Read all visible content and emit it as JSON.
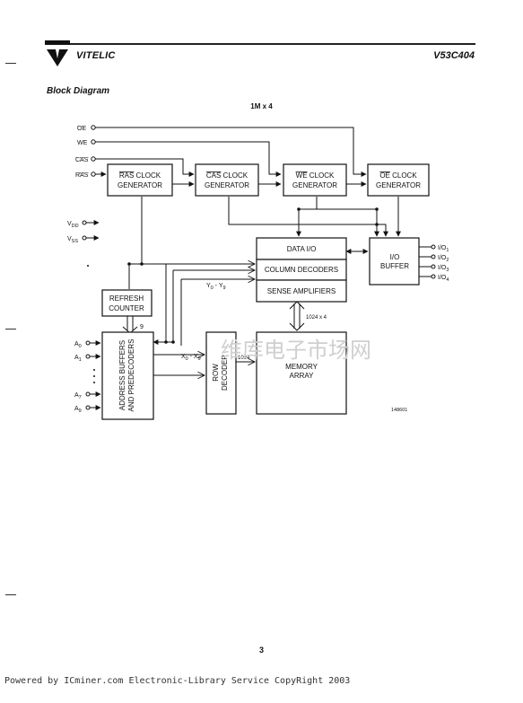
{
  "header": {
    "brand": "VITELIC",
    "part_number": "V53C404"
  },
  "section_title": "Block Diagram",
  "organization": "1M x 4",
  "inputs": {
    "oe": "OE",
    "we": "WE",
    "cas": "CAS",
    "ras": "RAS",
    "vdd": "V",
    "vdd_sub": "DD",
    "vss": "V",
    "vss_sub": "SS"
  },
  "blocks": {
    "ras_clock": {
      "line1_over": "RAS",
      "line1_rest": " CLOCK",
      "line2": "GENERATOR"
    },
    "cas_clock": {
      "line1_over": "CAS",
      "line1_rest": " CLOCK",
      "line2": "GENERATOR"
    },
    "we_clock": {
      "line1_over": "WE",
      "line1_rest": " CLOCK",
      "line2": "GENERATOR"
    },
    "oe_clock": {
      "line1_over": "OE",
      "line1_rest": " CLOCK",
      "line2": "GENERATOR"
    },
    "data_io": "DATA I/O",
    "column_decoders": "COLUMN DECODERS",
    "sense_amplifiers": "SENSE AMPLIFIERS",
    "io_buffer_1": "I/O",
    "io_buffer_2": "BUFFER",
    "refresh_1": "REFRESH",
    "refresh_2": "COUNTER",
    "address_1": "ADDRESS BUFFERS",
    "address_2": "AND PREDECODERS",
    "row_1": "ROW",
    "row_2": "DECODER",
    "memory_1": "MEMORY",
    "memory_2": "ARRAY"
  },
  "address_pins": [
    {
      "base": "A",
      "sub": "0"
    },
    {
      "base": "A",
      "sub": "1"
    },
    {
      "base": "A",
      "sub": "7"
    },
    {
      "base": "A",
      "sub": "9"
    }
  ],
  "io_pins": [
    {
      "base": "I/O",
      "sub": "1"
    },
    {
      "base": "I/O",
      "sub": "2"
    },
    {
      "base": "I/O",
      "sub": "3"
    },
    {
      "base": "I/O",
      "sub": "4"
    }
  ],
  "labels": {
    "y_bus": {
      "a": "Y",
      "a_sub": "0",
      "sep": " - ",
      "b": "Y",
      "b_sub": "9"
    },
    "x_bus": {
      "a": "X",
      "a_sub": "0",
      "sep": " - ",
      "b": "X",
      "b_sub": "9"
    },
    "refresh_width": "9",
    "row_width": "1024",
    "data_width": "1024 x 4",
    "figure_number": "148601"
  },
  "watermark": "维库电子市场网",
  "page_number": "3",
  "footer": "Powered by ICminer.com Electronic-Library Service CopyRight 2003",
  "colors": {
    "ink": "#111111",
    "watermark": "#cfcfcf"
  }
}
